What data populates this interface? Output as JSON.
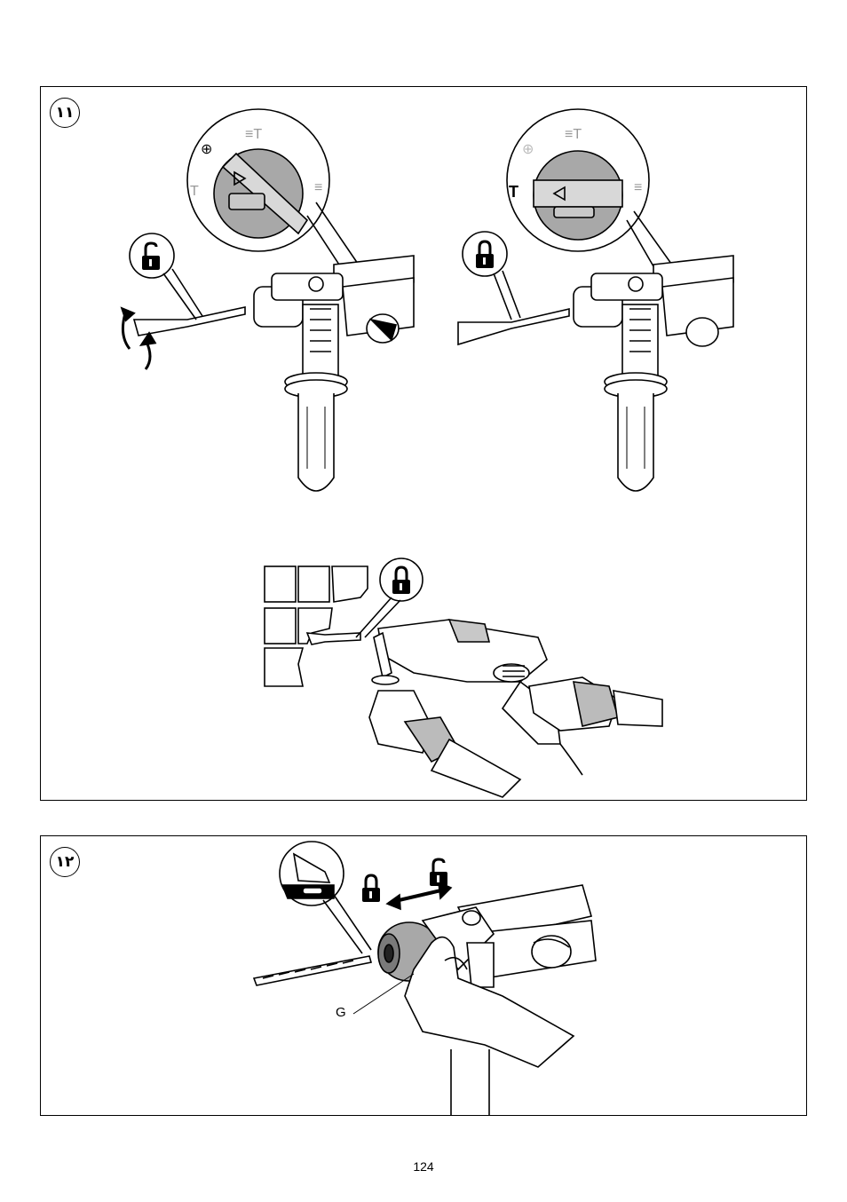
{
  "panel11": {
    "number": "١١"
  },
  "panel12": {
    "number": "١٢",
    "callout_g": "G"
  },
  "footer": {
    "page_number": "124"
  },
  "colors": {
    "outline": "#000000",
    "dial_gray": "#a8a8a8",
    "light_gray": "#c8c8c8",
    "grip_dark": "#7a7a7a"
  },
  "icons": [
    "lock-open-icon",
    "lock-closed-icon",
    "rotate-arrows-icon",
    "hammer-mode-icon",
    "drill-mode-icon",
    "rotation-stop-icon"
  ]
}
